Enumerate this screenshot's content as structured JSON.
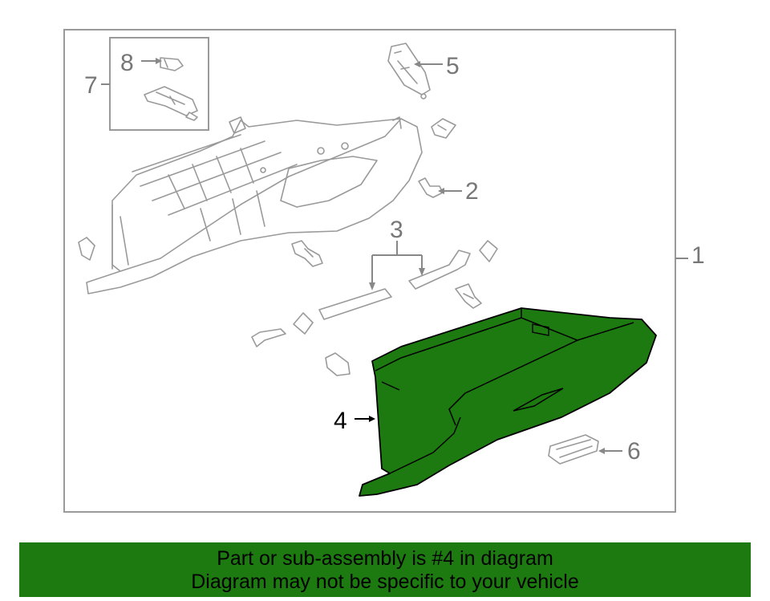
{
  "callouts": {
    "c1": "1",
    "c2": "2",
    "c3": "3",
    "c4": "4",
    "c5": "5",
    "c6": "6",
    "c7": "7",
    "c8": "8"
  },
  "banner": {
    "line1": "Part or sub-assembly is #4 in diagram",
    "line2": "Diagram may not be specific to your vehicle"
  },
  "colors": {
    "highlight_part": "#1d7a10",
    "banner_background": "#1d7a10",
    "line_art": "#9a9a9a"
  }
}
